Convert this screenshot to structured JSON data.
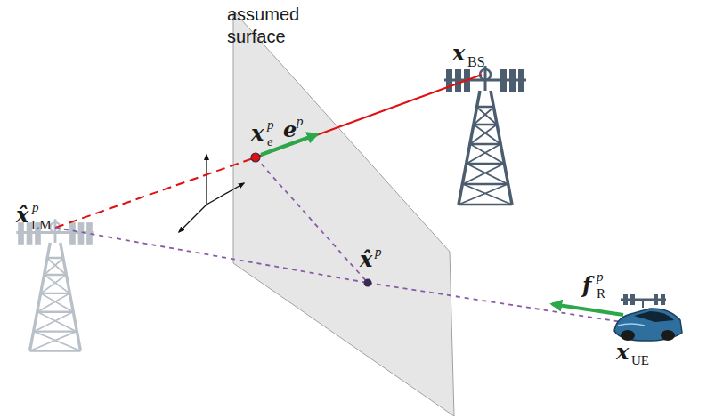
{
  "diagram": {
    "labels": [
      "assumed surface",
      "x",
      "BS",
      "x̂",
      "p",
      "LM",
      "x",
      "p",
      "e",
      "e",
      "p",
      "x̂",
      "p",
      "f",
      "p",
      "R",
      "x",
      "UE"
    ]
  }
}
